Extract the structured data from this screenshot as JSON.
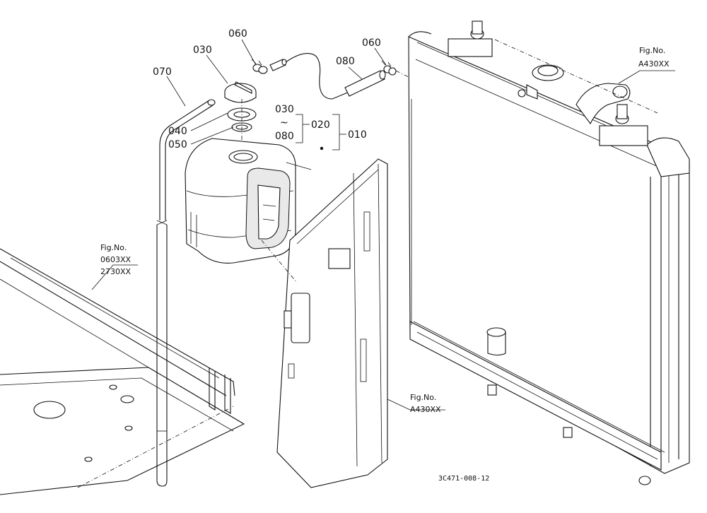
{
  "parts": {
    "p010": "010",
    "p020": "020",
    "p030": "030",
    "p030_range_start": "030",
    "p030_range_tilde": "~",
    "p030_range_end": "080",
    "p040": "040",
    "p050": "050",
    "p060_left": "060",
    "p060_right": "060",
    "p070": "070",
    "p080": "080"
  },
  "references": {
    "top_right": {
      "line1": "Fig.No.",
      "line2": "A430XX"
    },
    "left": {
      "line1": "Fig.No.",
      "line2": "0603XX",
      "line3": "2730XX"
    },
    "bottom": {
      "line1": "Fig.No.",
      "line2": "A430XX"
    }
  },
  "drawing_code": "3C471-008-12"
}
